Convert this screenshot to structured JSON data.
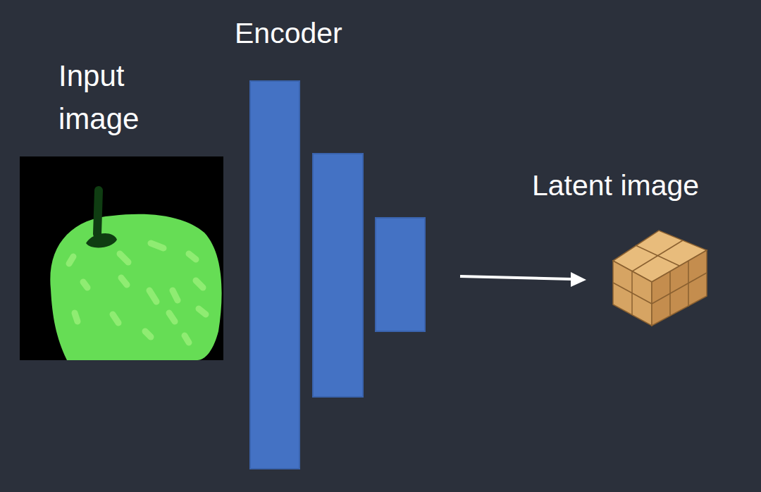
{
  "diagram": {
    "labels": [
      "Input image",
      "Encoder",
      "Latent image"
    ]
  }
}
